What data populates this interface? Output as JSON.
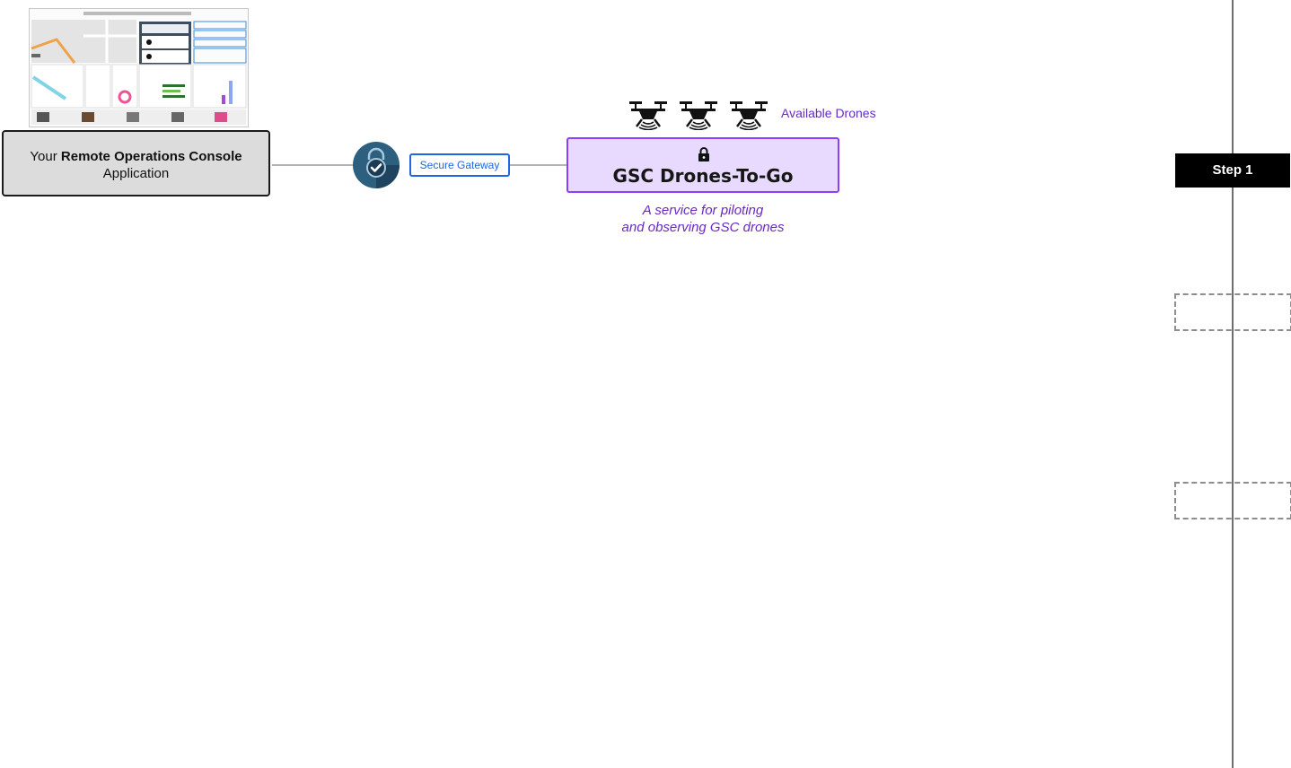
{
  "console": {
    "prefix": "Your",
    "name": "Remote Operations Console",
    "suffix": "Application"
  },
  "gateway": {
    "label": "Secure Gateway"
  },
  "service": {
    "title": "GSC Drones-To-Go",
    "description_line1": "A service for piloting",
    "description_line2": "and observing GSC drones"
  },
  "drones": {
    "label": "Available Drones",
    "count": 3,
    "icon": "drone-icon"
  },
  "steps": {
    "current": "Step 1",
    "placeholders": 2
  },
  "colors": {
    "purple": "#8a3ffc",
    "purple_text": "#6929c4",
    "gateway_blue": "#1f66e0",
    "lock_badge": "#2d5f7e"
  }
}
